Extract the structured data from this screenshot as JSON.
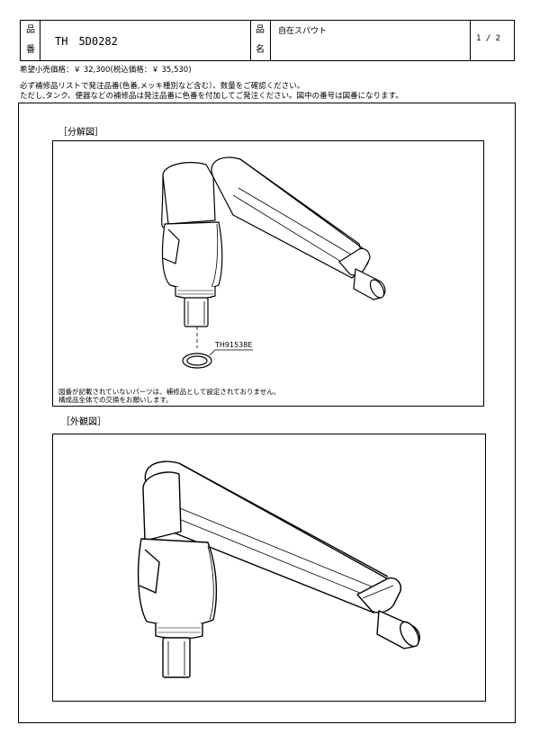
{
  "header": {
    "hinban_label_1": "品",
    "hinban_label_2": "番",
    "hinban_value": "TH　5D0282",
    "hinmei_label_1": "品",
    "hinmei_label_2": "名",
    "hinmei_value": "自在スパウト",
    "page": "1 / 2"
  },
  "price_line": "希望小売価格：￥ 32,300(税込価格：￥ 35,530)",
  "notes": [
    "必ず補修品リストで発注品番(色番,メッキ種別など含む）、数量をご確認ください。",
    "ただし,タンク、便器などの補修品は発注品番に色番を付加してご発注ください。図中の番号は図番になります。"
  ],
  "exploded": {
    "title": "［分解図］",
    "part_label": "TH91538E",
    "footnote_1": "図番が記載されていないパーツは、補修品として設定されておりません。",
    "footnote_2": "構成品全体での交換をお願いします。"
  },
  "external": {
    "title": "［外観図］"
  }
}
